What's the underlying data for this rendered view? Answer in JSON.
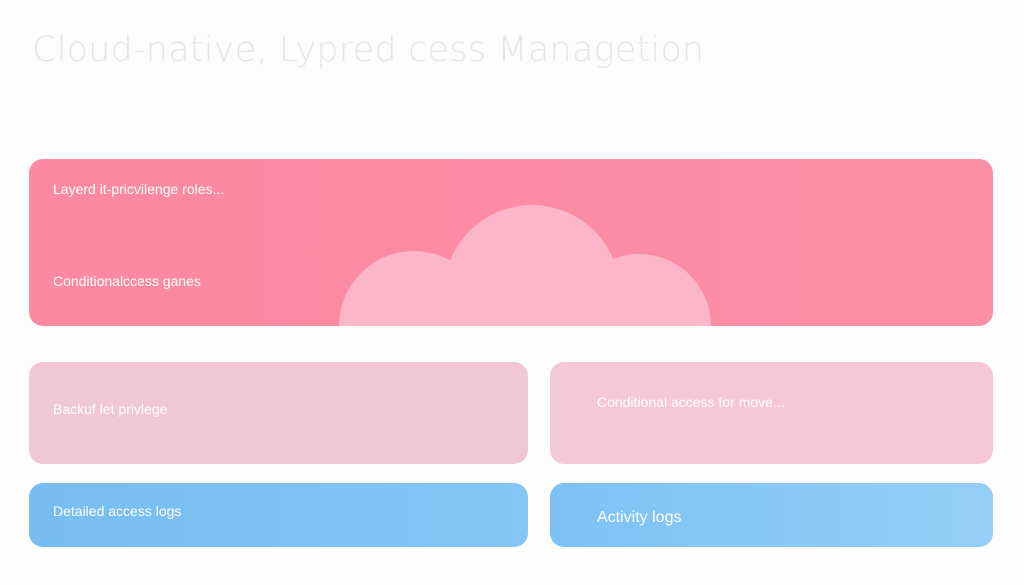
{
  "title": "Cloud-native, Lypred cess Managetion",
  "hero": {
    "line1": "Layerd it-pricvilenge roles...",
    "line2": "Conditionalccess ganes"
  },
  "cards": {
    "backup": "Backuf let privlege",
    "conditional": "Conditional access for move...",
    "detailed_logs": "Detailed access logs",
    "activity_logs": "Activity logs"
  },
  "colors": {
    "hero": "#fc8ba3",
    "cloud": "#fbb6ca",
    "pink_card": "#f3c7d7",
    "blue_card": "#7fc1f3",
    "title": "#e6e6e6"
  },
  "icons": {
    "hero": "cloud-icon"
  }
}
